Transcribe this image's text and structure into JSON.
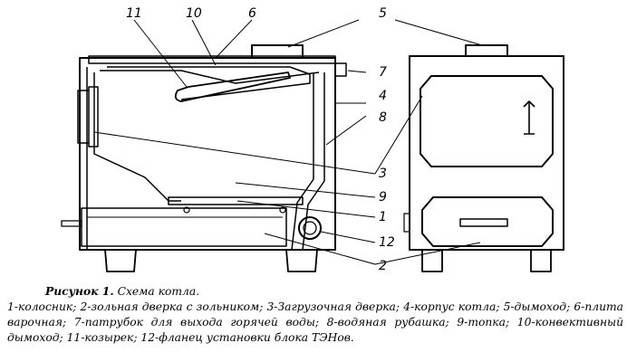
{
  "diagram": {
    "callouts": [
      "11",
      "10",
      "6",
      "5",
      "7",
      "4",
      "8",
      "3",
      "9",
      "1",
      "12",
      "2"
    ]
  },
  "caption": {
    "figure_label": "Рисунок 1.",
    "figure_title": "Схема котла.",
    "legend": "1-колосник; 2-зольная дверка с зольником; 3-Загрузочная дверка; 4-корпус котла; 5-дымоход; 6-плита варочная; 7-патрубок для выхода горячей воды; 8-водяная рубашка; 9-топка; 10-конвективный дымоход; 11-козырек; 12-фланец установки блока ТЭНов."
  }
}
